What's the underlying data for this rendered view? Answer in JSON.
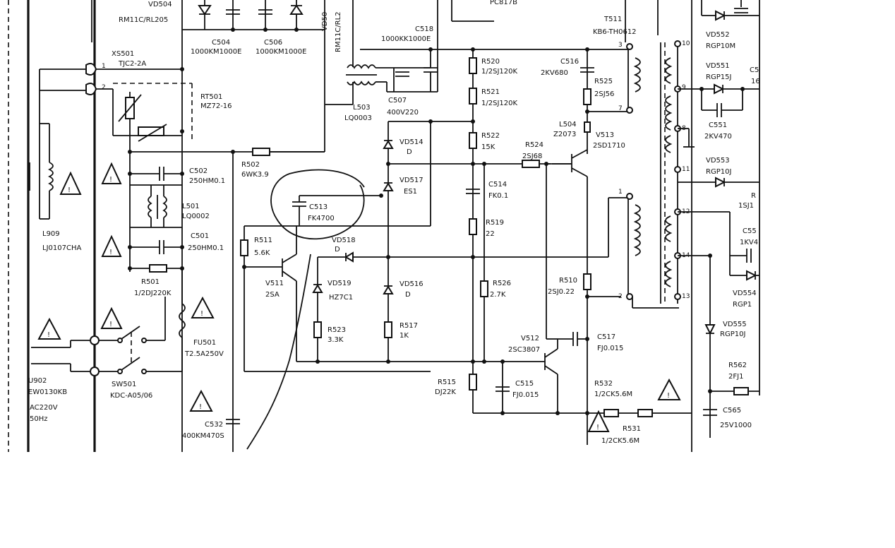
{
  "top_partial": {
    "vd504_name": "VD504",
    "vd504_value": "RM11C/RL205",
    "pc817_label": "PC817B",
    "vd50x_label": "VD50",
    "rm11_label": "RM11C/RL2"
  },
  "connector": {
    "name": "XS501",
    "value": "TJC2-2A",
    "pin1": "1",
    "pin2": "2"
  },
  "thermistor": {
    "name": "RT501",
    "value": "MZ72-16"
  },
  "coil": {
    "name": "L909",
    "value": "LJ0107CHA"
  },
  "caps_top": [
    {
      "name": "C504",
      "value": "1000KM1000E"
    },
    {
      "name": "C506",
      "value": "1000KM1000E"
    },
    {
      "name": "C518",
      "value": "1000KK1000E"
    },
    {
      "name": "C507",
      "value": "400V220"
    }
  ],
  "l503": {
    "name": "L503",
    "value": "LQ0003"
  },
  "mains_filter": [
    {
      "name": "C502",
      "value": "250HM0.1"
    },
    {
      "name": "L501",
      "value": "LQ0002"
    },
    {
      "name": "C501",
      "value": "250HM0.1"
    },
    {
      "name": "R501",
      "value": "1/2DJ220K"
    },
    {
      "name": "FU501",
      "value": "T2.5A250V"
    }
  ],
  "input": {
    "u902_name": "U902",
    "u902_value": "EW0130KB",
    "ac_voltage": "AC220V",
    "ac_freq": "50Hz",
    "switch_name": "SW501",
    "switch_value": "KDC-A05/06"
  },
  "c532": {
    "name": "C532",
    "value": "400KM470S"
  },
  "r502": {
    "name": "R502",
    "value": "6WK3.9"
  },
  "c513": {
    "name": "C513",
    "value": "FK4700"
  },
  "left_driver": [
    {
      "name": "R511",
      "value": "5.6K"
    },
    {
      "name": "V511",
      "value": "2SA"
    },
    {
      "name": "VD518",
      "value": "D"
    },
    {
      "name": "VD519",
      "value": "HZ7C1"
    },
    {
      "name": "R523",
      "value": "3.3K"
    }
  ],
  "diodes_mid": [
    {
      "name": "VD514",
      "value": "D"
    },
    {
      "name": "VD517",
      "value": "ES1"
    },
    {
      "name": "VD516",
      "value": "D"
    },
    {
      "name": "R517",
      "value": "1K"
    }
  ],
  "res_chain": [
    {
      "name": "R520",
      "value": "1/2SJ120K"
    },
    {
      "name": "R521",
      "value": "1/2SJ120K"
    },
    {
      "name": "R522",
      "value": "15K"
    },
    {
      "name": "C514",
      "value": "FK0.1"
    },
    {
      "name": "R519",
      "value": "22"
    },
    {
      "name": "R526",
      "value": "2.7K"
    },
    {
      "name": "R515",
      "value": "DJ22K"
    },
    {
      "name": "C515",
      "value": "FJ0.015"
    }
  ],
  "power_stage": [
    {
      "name": "C516",
      "value": "2KV680"
    },
    {
      "name": "R525",
      "value": "2SJ56"
    },
    {
      "name": "L504",
      "value": "Z2073"
    },
    {
      "name": "V513",
      "value": "2SD1710"
    },
    {
      "name": "R524",
      "value": "2SJ68"
    },
    {
      "name": "R510",
      "value": "2SJ0.22"
    },
    {
      "name": "V512",
      "value": "2SC3807"
    },
    {
      "name": "C517",
      "value": "FJ0.015"
    },
    {
      "name": "R532",
      "value": "1/2CK5.6M"
    },
    {
      "name": "R531",
      "value": "1/2CK5.6M"
    }
  ],
  "transformer": {
    "name": "T511",
    "value": "KB6-TH0612",
    "pins": [
      "3",
      "7",
      "1",
      "2",
      "10",
      "9",
      "8",
      "11",
      "12",
      "14",
      "13"
    ]
  },
  "secondary": [
    {
      "name": "VD552",
      "value": "RGP10M"
    },
    {
      "name": "VD551",
      "value": "RGP15J"
    },
    {
      "name": "C551",
      "value": "2KV470"
    },
    {
      "name": "VD553",
      "value": "RGP10J"
    },
    {
      "name": "VD555",
      "value": "RGP10J"
    },
    {
      "name": "R562",
      "value": "2FJ1"
    },
    {
      "name": "C565",
      "value": "25V1000"
    }
  ],
  "edge_clipped": {
    "c5_top": "C5",
    "c5_16": "16",
    "r5_name": "R",
    "r5_value": "1SJ1",
    "c55_name": "C55",
    "c55_value": "1KV4",
    "vd554_name": "VD554",
    "vd554_value": "RGP1"
  },
  "colors": {
    "ink": "#111111",
    "paper": "#ffffff"
  }
}
